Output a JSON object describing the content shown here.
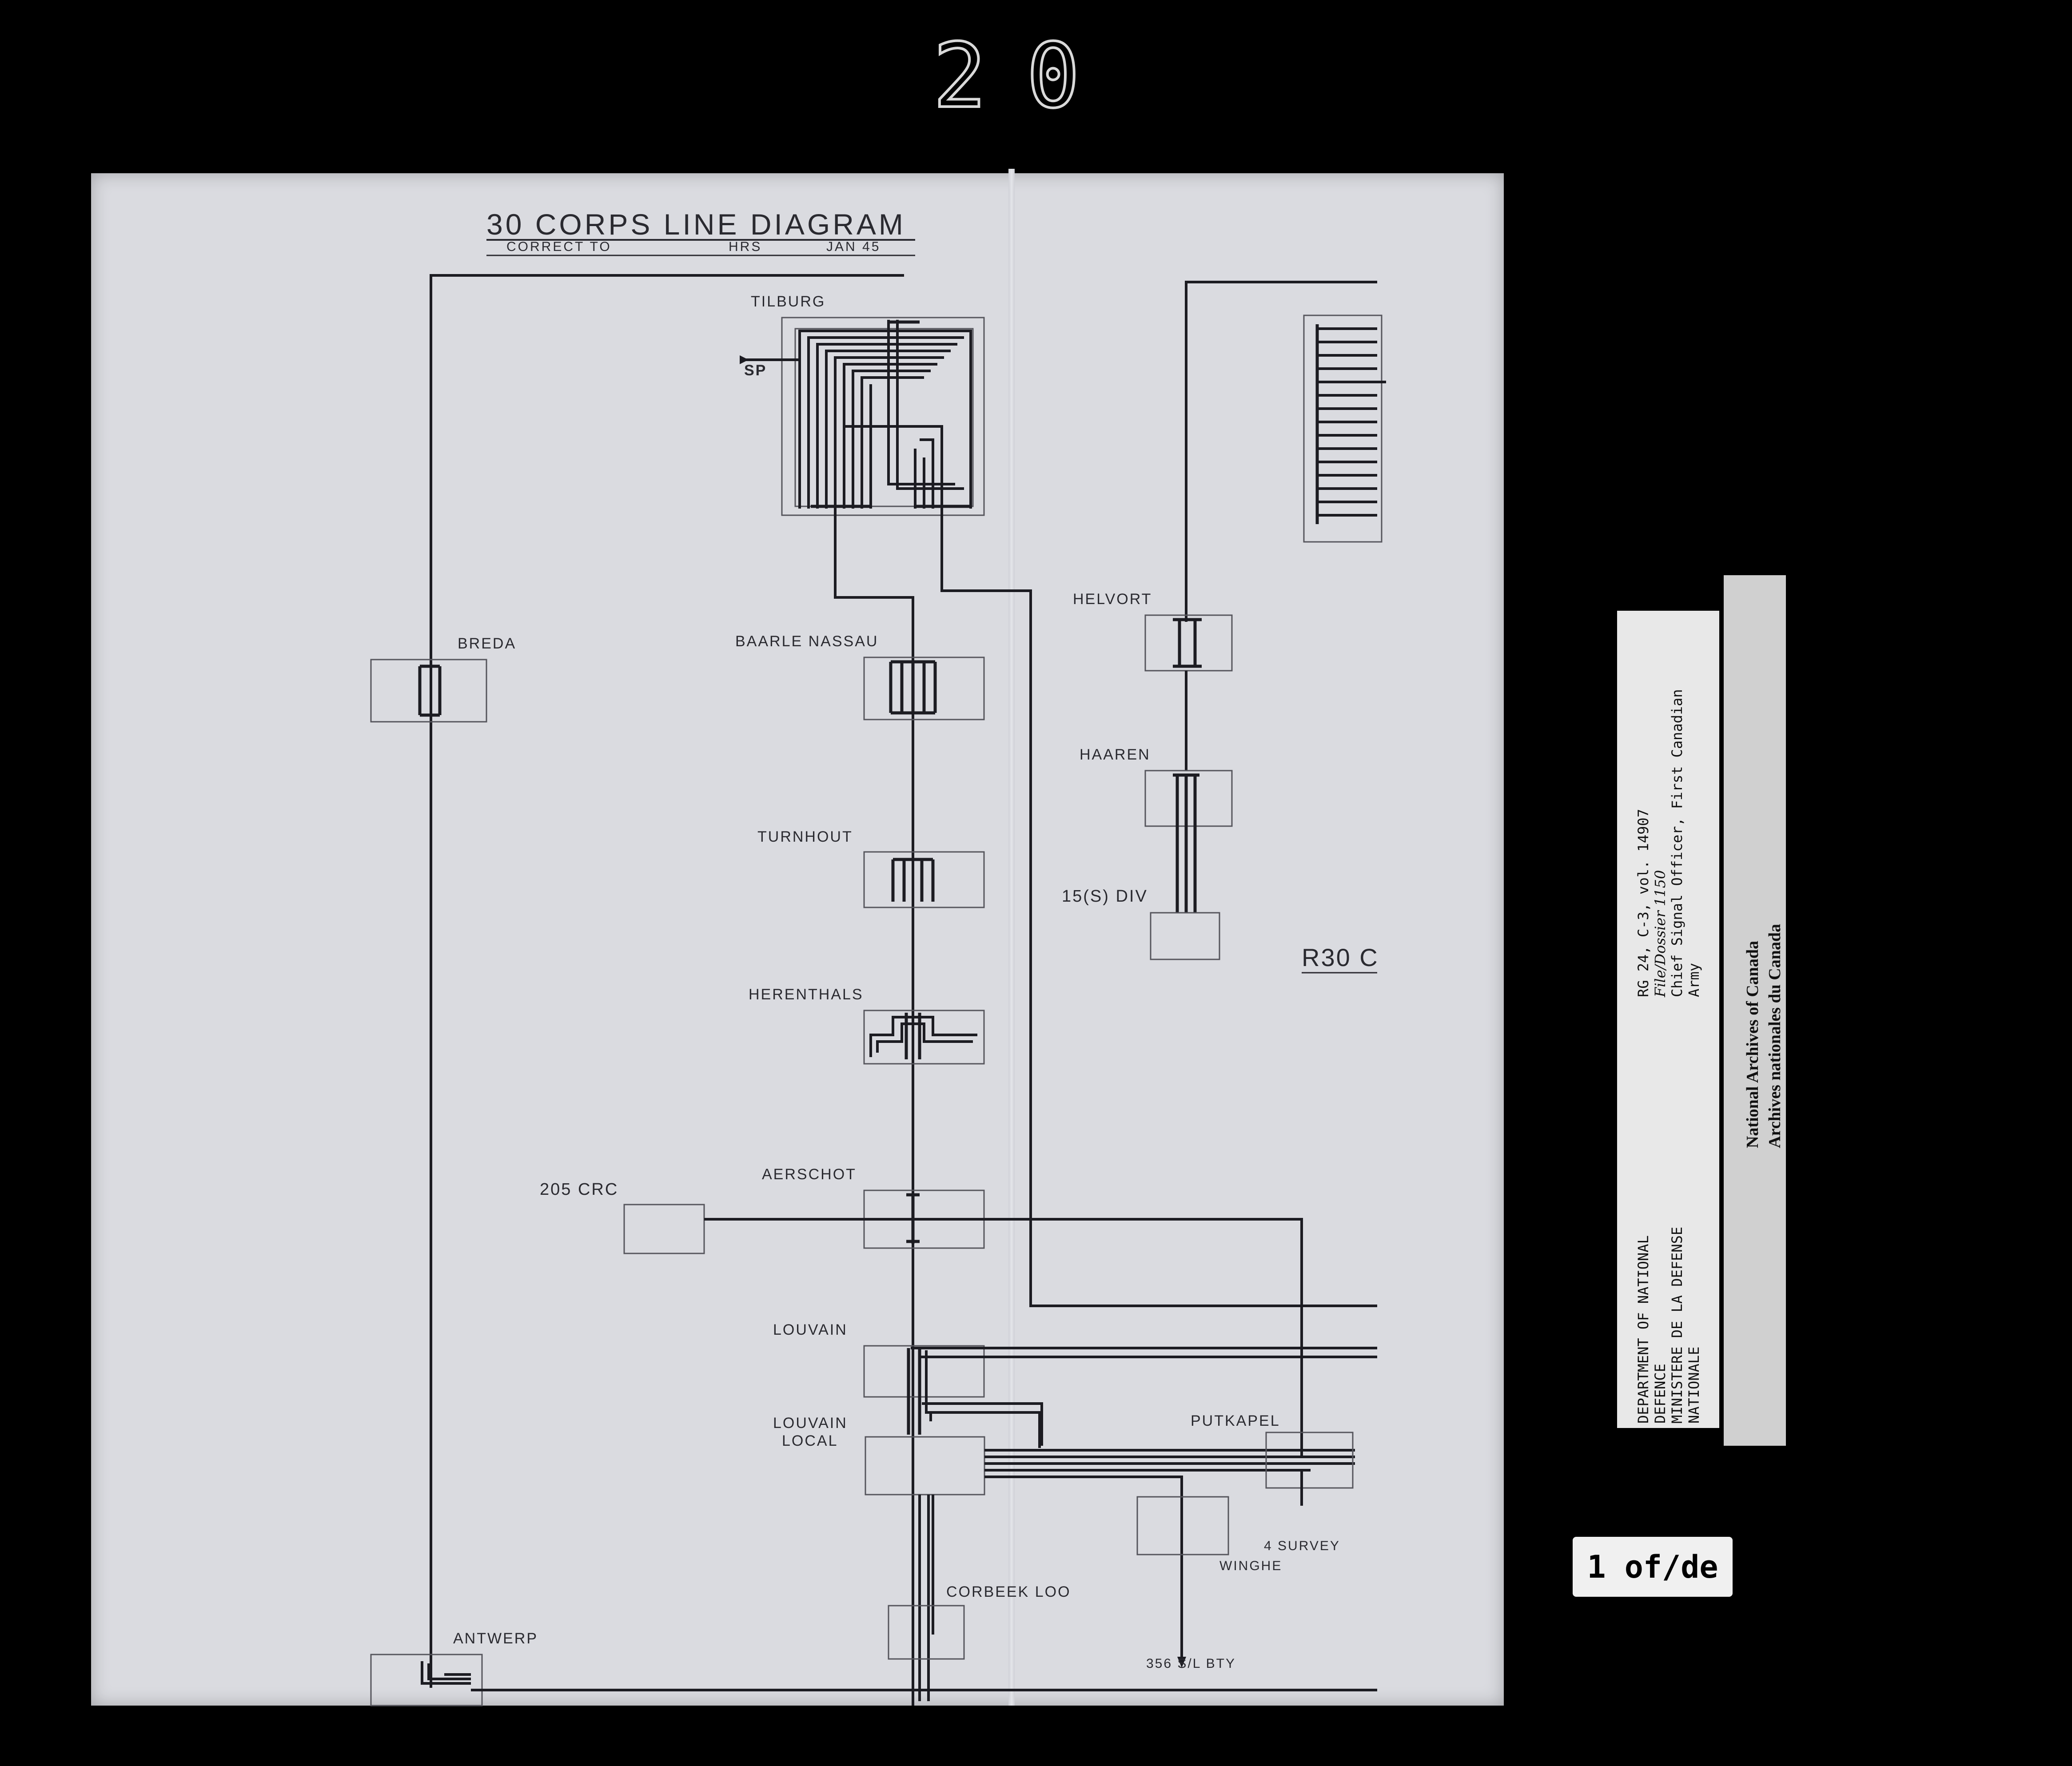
{
  "frame_number": "20",
  "diagram": {
    "title": "30 CORPS LINE DIAGRAM",
    "correct_to": "CORRECT TO",
    "hrs": "HRS",
    "date": "JAN 45",
    "nodes": {
      "tilburg": "TILBURG",
      "sp": "SP",
      "breda": "BREDA",
      "baarle_nassau": "BAARLE NASSAU",
      "turnhout": "TURNHOUT",
      "herenthals": "HERENTHALS",
      "aerschot": "AERSCHOT",
      "crc": "205 CRC",
      "louvain": "LOUVAIN",
      "louvain_local_1": "LOUVAIN",
      "louvain_local_2": "LOCAL",
      "putkapel": "PUTKAPEL",
      "survey": "4 SURVEY",
      "winghe": "WINGHE",
      "corbeek_loo": "CORBEEK LOO",
      "antwerp": "ANTWERP",
      "sl_bty": "356 S/L BTY",
      "helvort": "HELVORT",
      "haaren": "HAAREN",
      "div": "15(S) DIV",
      "r30c": "R30 C"
    }
  },
  "archive_label": {
    "dept_line1": "DEPARTMENT OF NATIONAL",
    "dept_line2": "DEFENCE",
    "dept_line3": "MINISTERE DE LA DEFENSE",
    "dept_line4": "NATIONALE",
    "ref_line1": "RG 24, C-3, vol. 14907",
    "ref_line2": "File/Dossier 1150",
    "ref_line3": "Chief Signal Officer, First Canadian",
    "ref_line4": "Army",
    "archives_en": "National Archives of Canada",
    "archives_fr": "Archives nationales du Canada",
    "page": "1 of/de"
  }
}
